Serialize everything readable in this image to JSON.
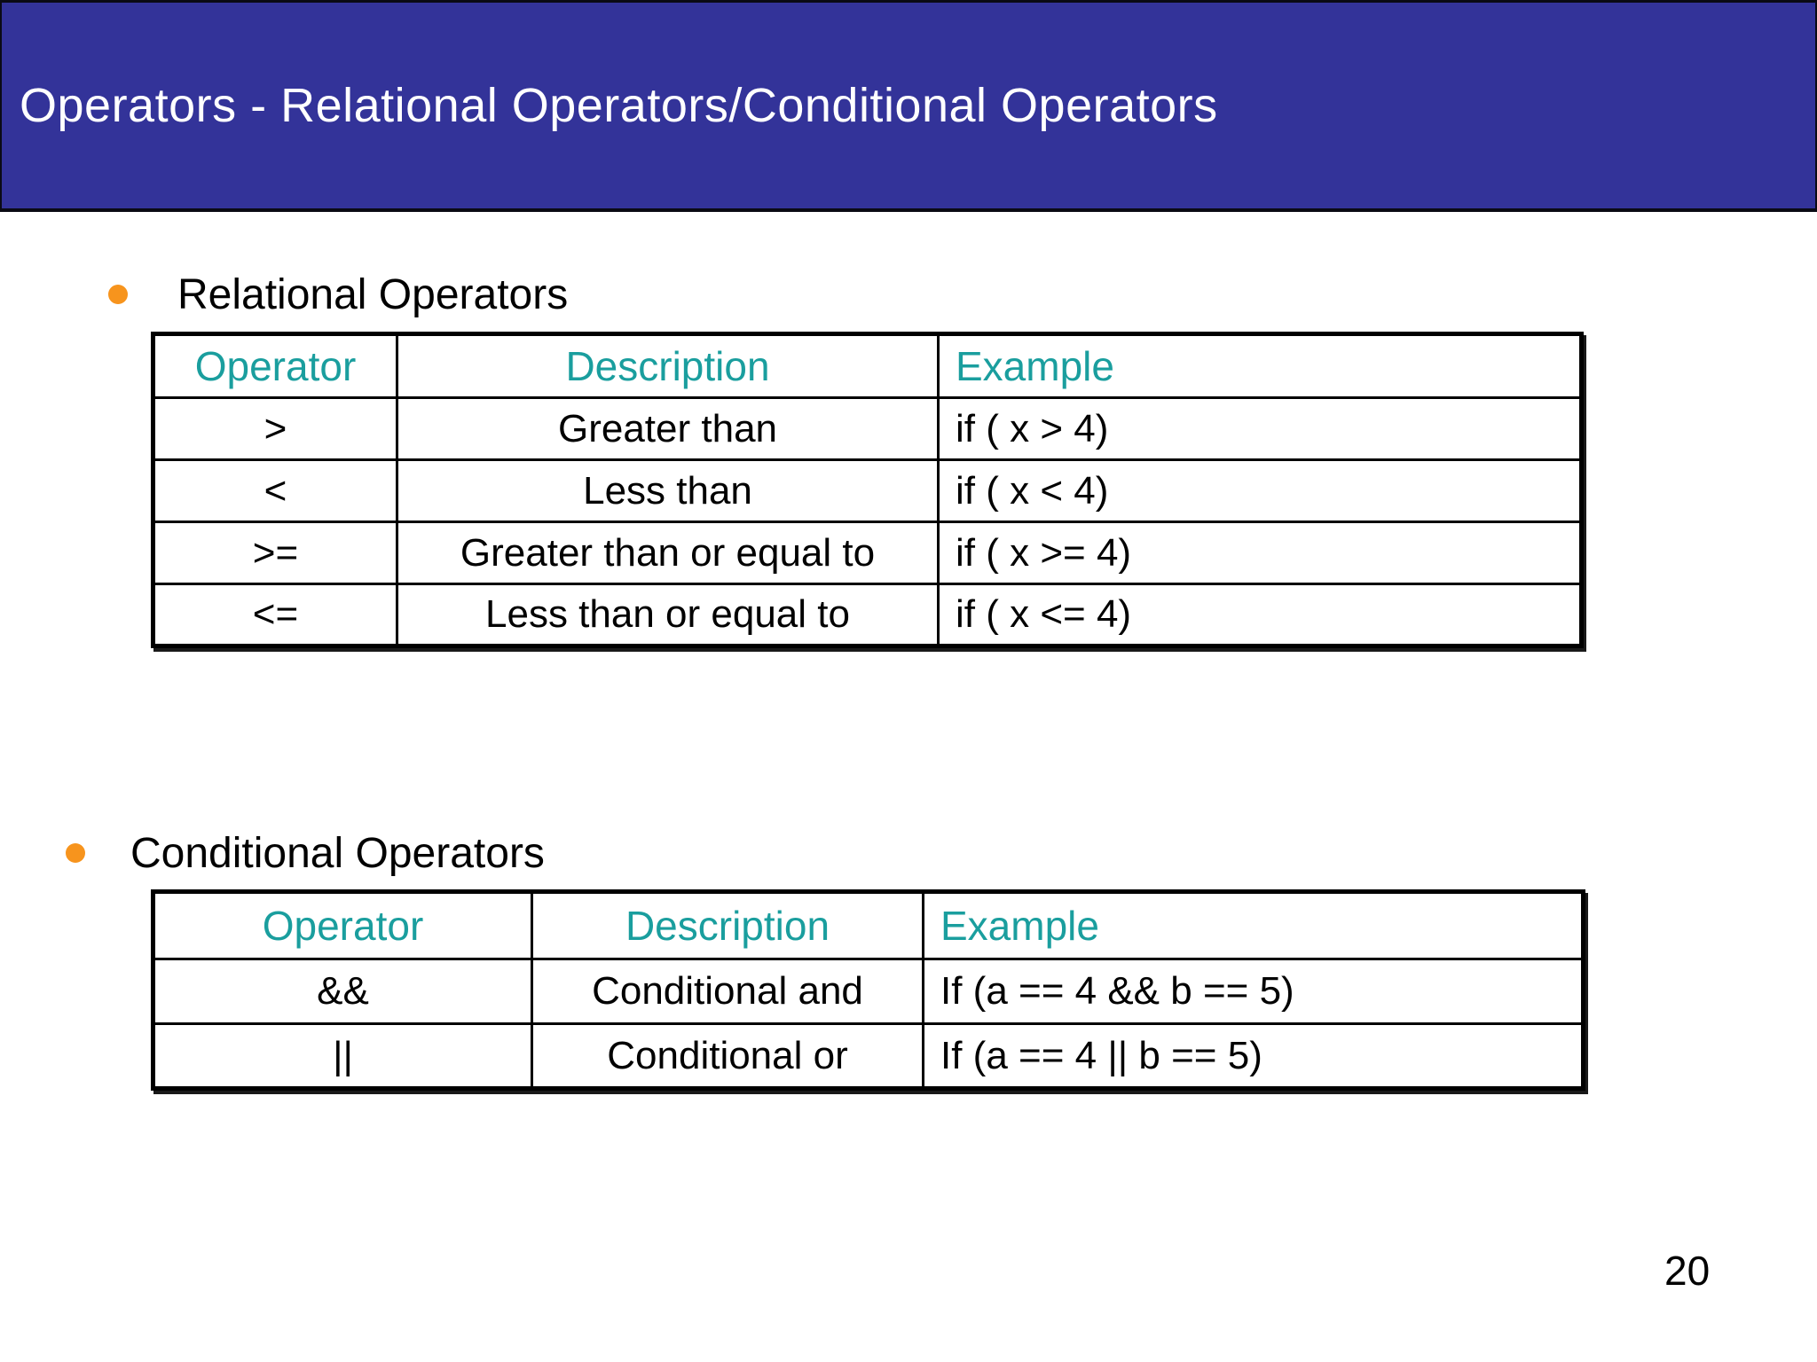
{
  "slide": {
    "title": "Operators - Relational Operators/Conditional Operators",
    "page_number": "20",
    "colors": {
      "banner_blue": "#333399",
      "accent_teal": "#1A9E9E",
      "bullet_orange": "#F7941D",
      "border_black": "#000000",
      "background": "#FFFFFF",
      "title_text": "#FFFFFF"
    },
    "sections": [
      {
        "heading": "Relational Operators",
        "table": {
          "headers": [
            "Operator",
            "Description",
            "Example"
          ],
          "rows": [
            [
              ">",
              "Greater than",
              "if ( x > 4)"
            ],
            [
              "<",
              "Less than",
              "if ( x < 4)"
            ],
            [
              ">=",
              "Greater than or equal to",
              "if ( x >= 4)"
            ],
            [
              "<=",
              "Less than or equal to",
              "if ( x <= 4)"
            ]
          ]
        }
      },
      {
        "heading": "Conditional Operators",
        "table": {
          "headers": [
            "Operator",
            "Description",
            "Example"
          ],
          "rows": [
            [
              "&&",
              "Conditional and",
              "If (a == 4 && b == 5)"
            ],
            [
              "||",
              "Conditional or",
              "If (a == 4 || b == 5)"
            ]
          ]
        }
      }
    ]
  }
}
